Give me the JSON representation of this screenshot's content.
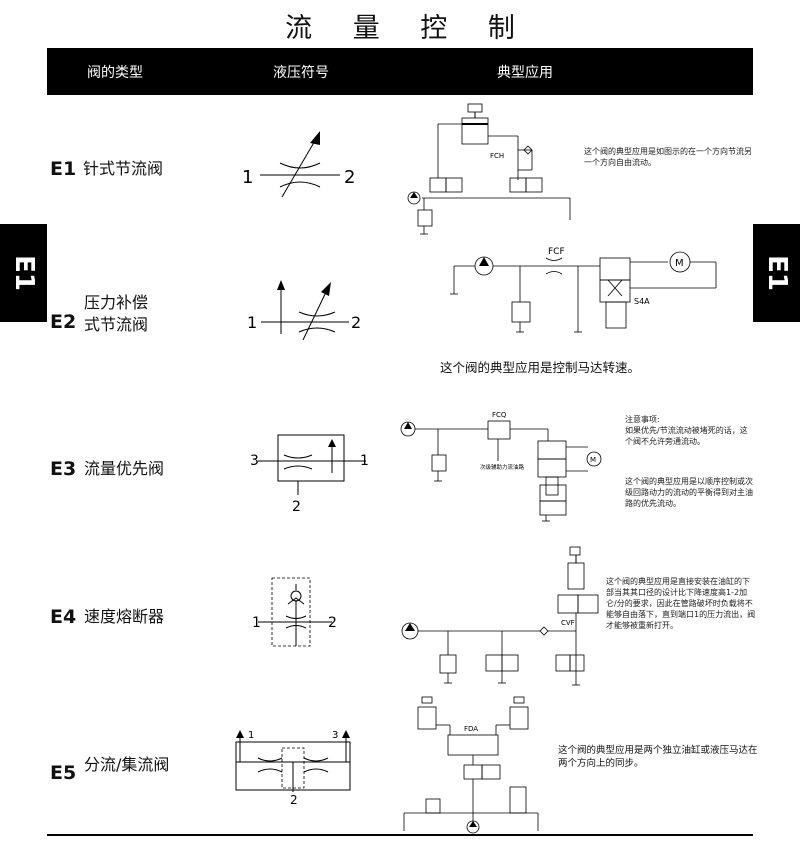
{
  "title": "流 量 控 制",
  "header": {
    "col_type": "阀的类型",
    "col_symbol": "液压符号",
    "col_application": "典型应用"
  },
  "side_tab": "E1",
  "rows": [
    {
      "code": "E1",
      "name_line1": "针式节流阀",
      "name_line2": "",
      "port_left": "1",
      "port_right": "2",
      "labels": {
        "valve": "FCH"
      },
      "note": "这个阀的典型应用是如图示的在一个方向节流另一个方向自由流动。"
    },
    {
      "code": "E2",
      "name_line1": "压力补偿",
      "name_line2": "式节流阀",
      "port_left": "1",
      "port_right": "2",
      "labels": {
        "valve": "FCF",
        "valve2": "S4A",
        "motor": "M"
      },
      "note": "这个阀的典型应用是控制马达转速。"
    },
    {
      "code": "E3",
      "name_line1": "流量优先阀",
      "name_line2": "",
      "port_left": "3",
      "port_right": "1",
      "port_bottom": "2",
      "labels": {
        "valve": "FCQ",
        "motor": "M",
        "aux": "次级辅助力流油路"
      },
      "note_title": "注意事项:",
      "note_body": "如果优先/节流流动被堵死的话，这个阀不允许旁通流动。",
      "note": "这个阀的典型应用是以顺序控制或次级回路动力的流动的平衡得到对主油路的优先流动。"
    },
    {
      "code": "E4",
      "name_line1": "速度熔断器",
      "name_line2": "",
      "port_left": "1",
      "port_right": "2",
      "labels": {
        "valve": "CVF"
      },
      "note": "这个阀的典型应用是直接安装在油缸的下部当其其口径的设计比下降速度高1-2加仑/分的要求，因此在管路破坏时负载将不能够自由落下，直到端口1的压力流出，阀才能够被重新打开。"
    },
    {
      "code": "E5",
      "name_line1": "分流/集流阀",
      "name_line2": "",
      "port_left": "1",
      "port_right": "3",
      "port_bottom": "2",
      "labels": {
        "valve": "FDA"
      },
      "note": "这个阀的典型应用是两个独立油缸或液压马达在两个方向上的同步。"
    }
  ]
}
